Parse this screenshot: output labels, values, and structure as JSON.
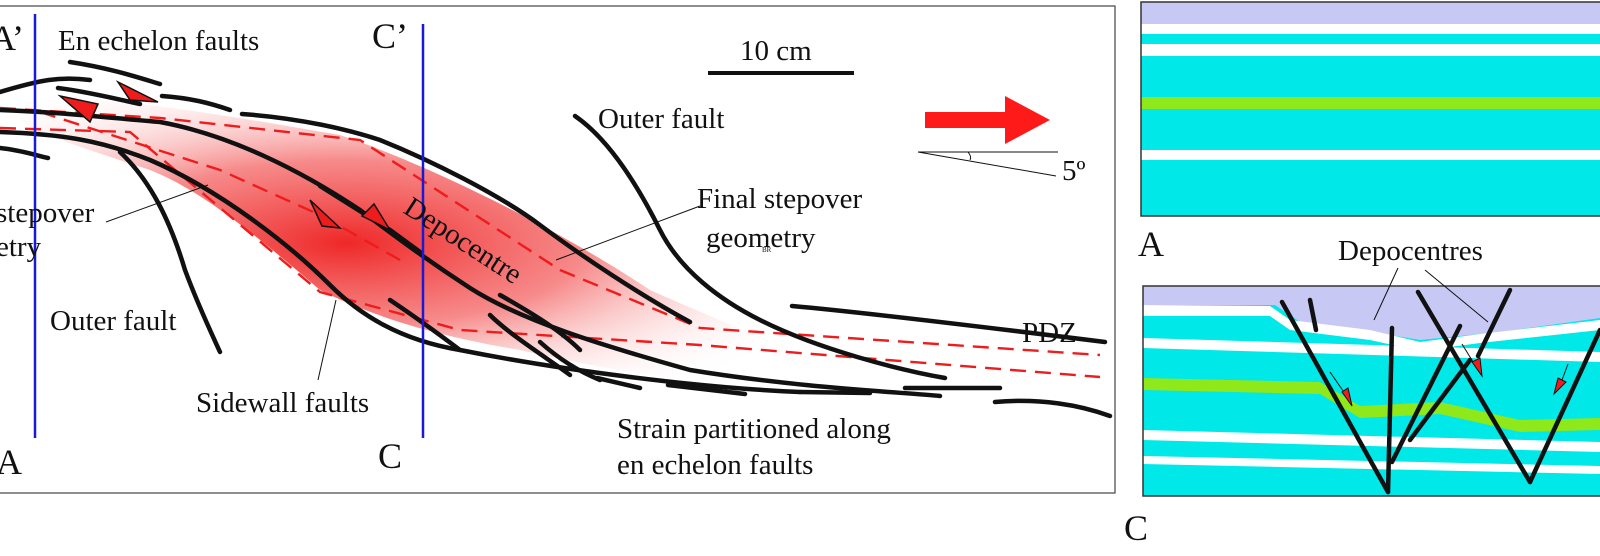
{
  "map": {
    "labels": {
      "a_prime": "A’",
      "c_prime": "C’",
      "a": "A",
      "c": "C",
      "en_echelon": "En echelon faults",
      "scale_bar": "10 cm",
      "outer_fault_right": "Outer fault",
      "outer_fault_left": "Outer fault",
      "angle": "5º",
      "stepover_left_1": "stepover",
      "stepover_left_2": "etry",
      "depocentre": "Depocentre",
      "final_stepover_1": "Final stepover",
      "final_stepover_2": "geometry",
      "tiny_mark": "BR",
      "pdz": "PDZ",
      "sidewall": "Sidewall faults",
      "strain_1": "Strain partitioned along",
      "strain_2": "en echelon faults"
    },
    "arrow_color": "#ff1a1a",
    "depocentre_color": "#ee1c1c",
    "section_line_color": "#1a1ad6"
  },
  "sections": {
    "label_a": "A",
    "label_c": "C",
    "depocentres": "Depocentres",
    "colors": {
      "water": "#c8c8f5",
      "layer": "#00e8e8",
      "stripe": "#ffffff",
      "marker_bed": "#8ee81a"
    }
  }
}
